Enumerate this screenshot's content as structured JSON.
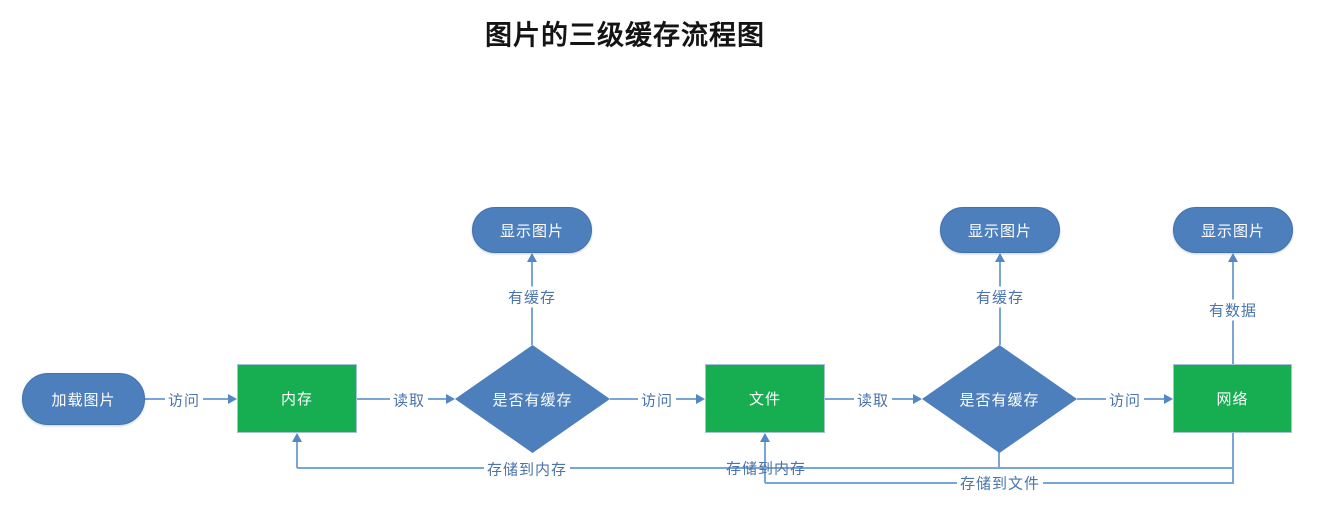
{
  "title": "图片的三级缓存流程图",
  "nodes": {
    "start": {
      "label": "加载图片",
      "shape": "rounded"
    },
    "memory": {
      "label": "内存",
      "shape": "rect"
    },
    "decision1": {
      "label": "是否有缓存",
      "shape": "diamond"
    },
    "display1": {
      "label": "显示图片",
      "shape": "rounded"
    },
    "file": {
      "label": "文件",
      "shape": "rect"
    },
    "decision2": {
      "label": "是否有缓存",
      "shape": "diamond"
    },
    "display2": {
      "label": "显示图片",
      "shape": "rounded"
    },
    "network": {
      "label": "网络",
      "shape": "rect"
    },
    "display3": {
      "label": "显示图片",
      "shape": "rounded"
    }
  },
  "edge_labels": {
    "visit1": "访问",
    "read1": "读取",
    "has_cache1": "有缓存",
    "visit2": "访问",
    "read2": "读取",
    "has_cache2": "有缓存",
    "visit3": "访问",
    "has_data": "有数据",
    "store_to_memory1": "存储到内存",
    "store_to_memory2": "存储到内存",
    "store_to_file": "存储到文件"
  },
  "colors": {
    "node_blue": "#4d7fbc",
    "node_green": "#17ad51",
    "connector_line": "#79a5d7",
    "arrowhead": "#5288c5",
    "edge_label_text": "#4a74ab",
    "title_text": "#141414",
    "node_text": "#ffffff",
    "background": "#ffffff"
  }
}
